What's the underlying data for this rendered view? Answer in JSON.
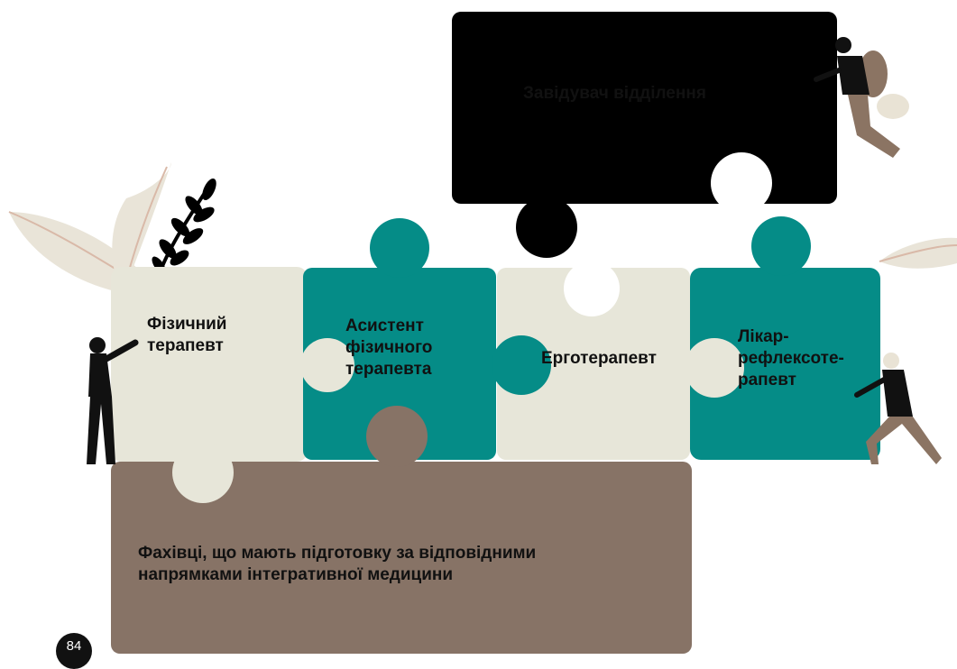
{
  "pieces": {
    "head": {
      "label": "Завідувач відділення",
      "color": "#000000"
    },
    "physio": {
      "label_lines": [
        "Фізичний",
        "терапевт"
      ],
      "color": "#e7e6d9"
    },
    "assistant": {
      "label_lines": [
        "Асистент",
        "фізичного",
        "терапевта"
      ],
      "color": "#058c87"
    },
    "ergo": {
      "label": "Ерготерапевт",
      "color": "#e7e6d9"
    },
    "reflexo": {
      "label_lines": [
        "Лікар-",
        "рефлексоте-",
        "рапевт"
      ],
      "color": "#058c87"
    },
    "specialists": {
      "label_lines": [
        "Фахівці, що мають підготовку за відповідними",
        "напрямками інтегративної медицини"
      ],
      "color": "#877366"
    }
  },
  "page_number": "84",
  "colors": {
    "leaf": "#e9e4d8",
    "leaf_vein": "#d9b9a8",
    "figure_skin": "#e9e3d5",
    "figure_pants": "#8b7463"
  }
}
